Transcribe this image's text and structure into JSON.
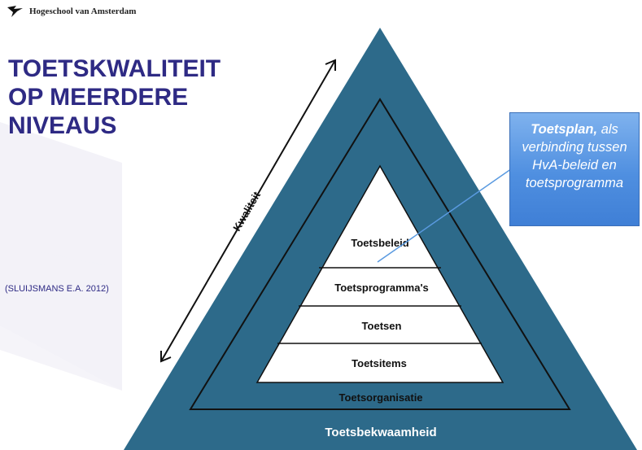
{
  "header": {
    "institution": "Hogeschool van Amsterdam"
  },
  "title": {
    "lines": [
      "TOETSKWALITEIT",
      "OP MEERDERE",
      "NIVEAUS"
    ]
  },
  "citation": "(SLUIJSMANS  E.A. 2012)",
  "axis": {
    "label": "Kwaliteit"
  },
  "pyramid": {
    "inner_levels": [
      "Toetsbeleid",
      "Toetsprogramma's",
      "Toetsen",
      "Toetsitems"
    ],
    "middle_band": "Toetsorganisatie",
    "outer_band": "Toetsbekwaamheid"
  },
  "callout": {
    "title": "Toetsplan,",
    "rest": "als verbinding tussen HvA-beleid en toetsprogramma"
  },
  "colors": {
    "teal": "#2d6a8a",
    "title_blue": "#2e2a84",
    "callout_blue": "#4f8fe0"
  }
}
